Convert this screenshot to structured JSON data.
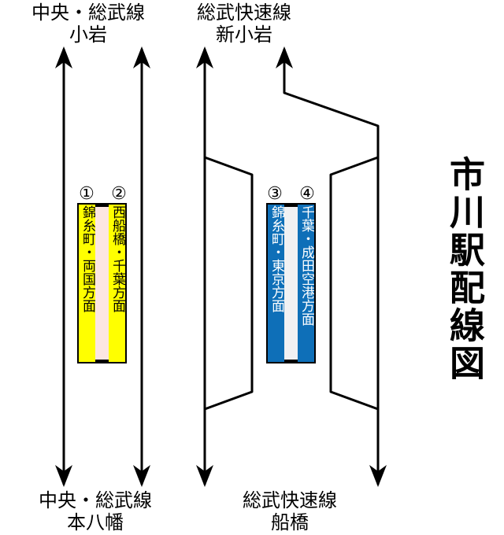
{
  "title": "市川駅配線図",
  "colors": {
    "local_platform": "#ffff00",
    "local_walkway": "#fce6e2",
    "rapid_platform": "#0e6fb8",
    "rapid_walkway": "#f1f1f3",
    "track_line": "#000000"
  },
  "labels": {
    "top_left": {
      "line": "中央・総武線",
      "station": "小岩"
    },
    "top_right": {
      "line": "総武快速線",
      "station": "新小岩"
    },
    "bottom_left": {
      "line": "中央・総武線",
      "station": "本八幡"
    },
    "bottom_right": {
      "line": "総武快速線",
      "station": "船橋"
    }
  },
  "platforms": [
    {
      "number": "①",
      "destination": "錦糸町・両国方面"
    },
    {
      "number": "②",
      "destination": "西船橋・千葉方面"
    },
    {
      "number": "③",
      "destination": "錦糸町・東京方面"
    },
    {
      "number": "④",
      "destination": "千葉・成田空港方面"
    }
  ]
}
